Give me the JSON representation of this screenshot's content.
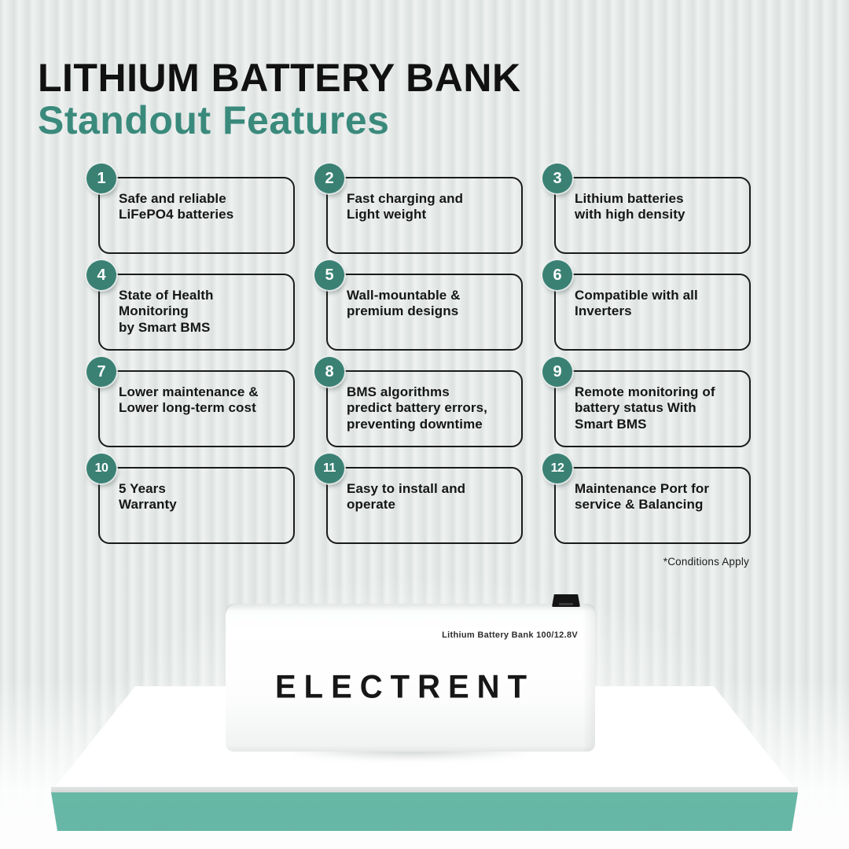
{
  "header": {
    "title_black": "LITHIUM BATTERY BANK",
    "title_teal": "Standout Features"
  },
  "cards": [
    {
      "number": "1",
      "text": "Safe and reliable\nLiFePO4 batteries"
    },
    {
      "number": "2",
      "text": "Fast charging and\nLight weight"
    },
    {
      "number": "3",
      "text": "Lithium batteries\nwith high density"
    },
    {
      "number": "4",
      "text": "State of Health\nMonitoring\nby Smart BMS"
    },
    {
      "number": "5",
      "text": "Wall-mountable &\npremium designs"
    },
    {
      "number": "6",
      "text": "Compatible with all\nInverters"
    },
    {
      "number": "7",
      "text": "Lower maintenance &\nLower long-term cost"
    },
    {
      "number": "8",
      "text": "BMS algorithms\npredict battery errors,\npreventing downtime"
    },
    {
      "number": "9",
      "text": "Remote monitoring of\nbattery status With\nSmart BMS"
    },
    {
      "number": "10",
      "text": "5 Years\nWarranty"
    },
    {
      "number": "11",
      "text": "Easy to install and\noperate"
    },
    {
      "number": "12",
      "text": "Maintenance Port for\nservice & Balancing"
    }
  ],
  "footnote": "*Conditions Apply",
  "product": {
    "brand": "ELECTRENT",
    "model_label": "Lithium Battery Bank 100/12.8V"
  },
  "colors": {
    "teal_accent": "#3a8a7c",
    "badge_teal": "#3a8174",
    "platform_teal": "#74c4b3",
    "title_black": "#111111"
  }
}
